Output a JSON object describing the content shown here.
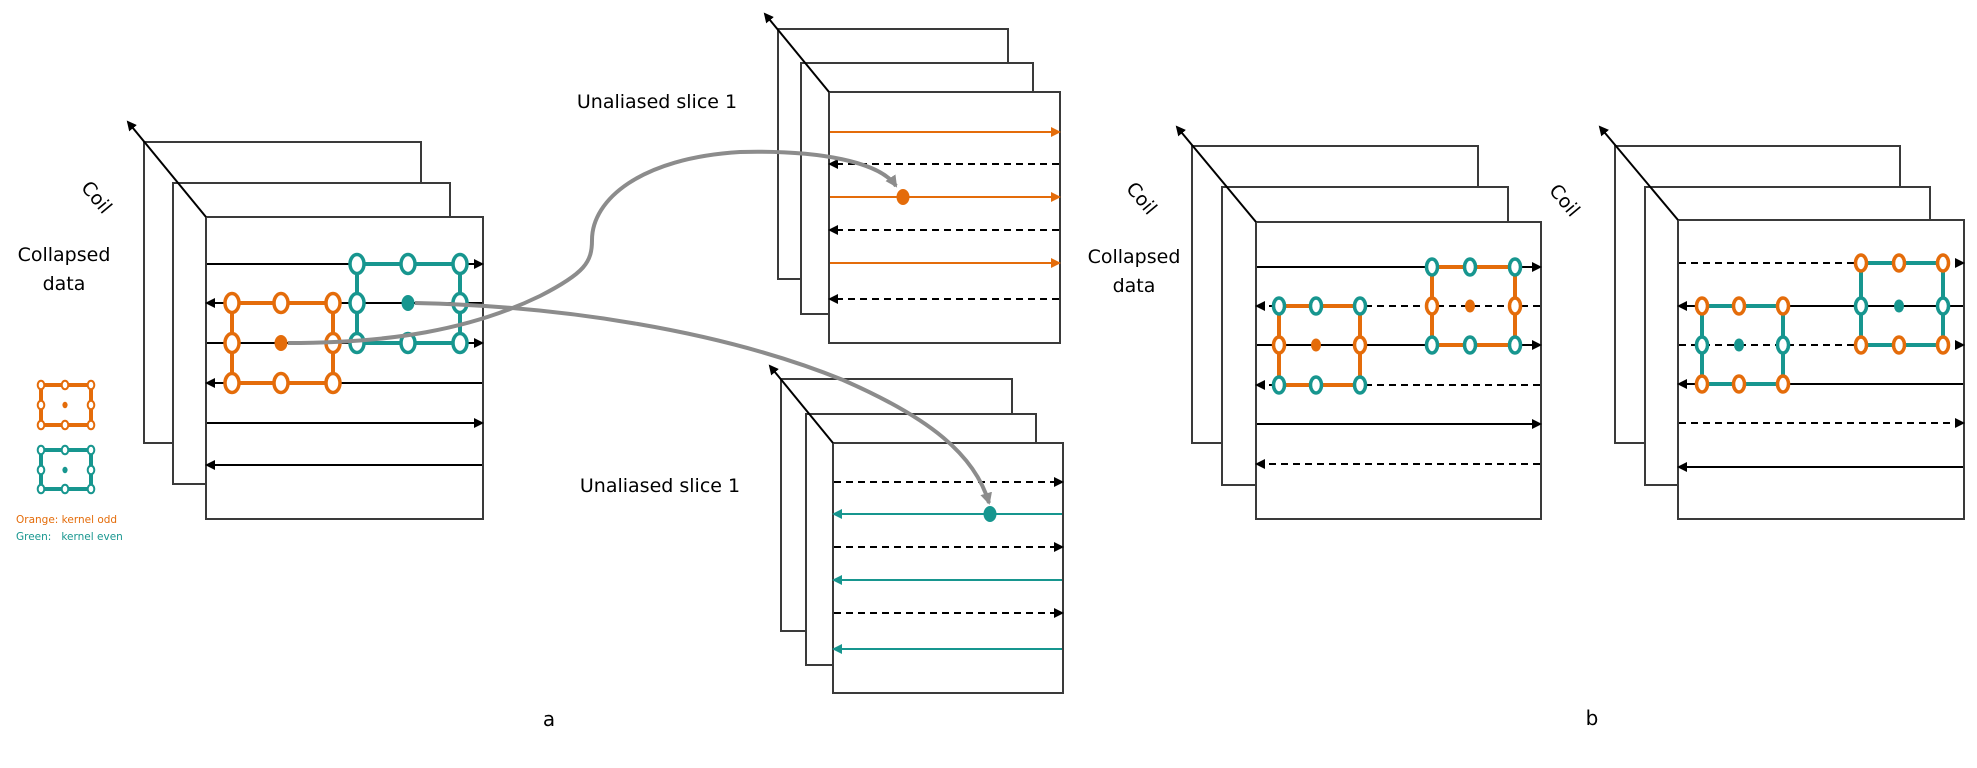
{
  "colors": {
    "orange": "#E46C0A",
    "teal": "#17968F",
    "curve": "#8C8C8C",
    "ink": "#000000",
    "frame": "#3A3A3A"
  },
  "panel_labels": {
    "a": "a",
    "b": "b"
  },
  "legend": {
    "orange_text": "Orange: kernel odd",
    "green_text": "Green:   kernel even"
  },
  "panel_a": {
    "coil_label": "Coil",
    "collapsed_label_line1": "Collapsed",
    "collapsed_label_line2": "data",
    "rows": [
      {
        "dir": "right",
        "style": "solid",
        "color": "black"
      },
      {
        "dir": "left",
        "style": "solid",
        "color": "black"
      },
      {
        "dir": "right",
        "style": "solid",
        "color": "black"
      },
      {
        "dir": "left",
        "style": "solid",
        "color": "black"
      },
      {
        "dir": "right",
        "style": "solid",
        "color": "black"
      },
      {
        "dir": "left",
        "style": "solid",
        "color": "black"
      }
    ],
    "kernels": [
      {
        "name": "orange-kernel",
        "frame": "orange",
        "nodes": "orange",
        "center": "orange",
        "row_start": 2,
        "col": "left"
      },
      {
        "name": "teal-kernel",
        "frame": "teal",
        "nodes": "teal",
        "center": "teal",
        "row_start": 1,
        "col": "right"
      }
    ]
  },
  "slice_top": {
    "label": "Unaliased slice 1",
    "rows": [
      {
        "dir": "right",
        "style": "solid",
        "color": "orange"
      },
      {
        "dir": "left",
        "style": "dashed",
        "color": "black"
      },
      {
        "dir": "right",
        "style": "solid",
        "color": "orange"
      },
      {
        "dir": "left",
        "style": "dashed",
        "color": "black"
      },
      {
        "dir": "right",
        "style": "solid",
        "color": "orange"
      },
      {
        "dir": "left",
        "style": "dashed",
        "color": "black"
      }
    ],
    "target_point": {
      "row": 3,
      "color": "orange"
    }
  },
  "slice_bottom": {
    "label": "Unaliased slice 1",
    "rows": [
      {
        "dir": "right",
        "style": "dashed",
        "color": "black"
      },
      {
        "dir": "left",
        "style": "solid",
        "color": "teal"
      },
      {
        "dir": "right",
        "style": "dashed",
        "color": "black"
      },
      {
        "dir": "left",
        "style": "solid",
        "color": "teal"
      },
      {
        "dir": "right",
        "style": "dashed",
        "color": "black"
      },
      {
        "dir": "left",
        "style": "solid",
        "color": "teal"
      }
    ],
    "target_point": {
      "row": 2,
      "color": "teal"
    }
  },
  "panel_b1": {
    "coil_label": "Coil",
    "collapsed_label_line1": "Collapsed",
    "collapsed_label_line2": "data",
    "rows": [
      {
        "dir": "right",
        "style": "solid",
        "color": "black"
      },
      {
        "dir": "left",
        "style": "dashed",
        "color": "black"
      },
      {
        "dir": "right",
        "style": "solid",
        "color": "black"
      },
      {
        "dir": "left",
        "style": "dashed",
        "color": "black"
      },
      {
        "dir": "right",
        "style": "solid",
        "color": "black"
      },
      {
        "dir": "left",
        "style": "dashed",
        "color": "black"
      }
    ],
    "kernels": [
      {
        "name": "orange-kernel-left",
        "frame": "orange",
        "outer_nodes": "teal",
        "side_nodes": "orange",
        "center": "orange",
        "row_start": 2,
        "col": "left"
      },
      {
        "name": "orange-kernel-right",
        "frame": "orange",
        "outer_nodes": "teal",
        "side_nodes": "orange",
        "center": "orange",
        "row_start": 1,
        "col": "right"
      }
    ]
  },
  "panel_b2": {
    "coil_label": "Coil",
    "rows": [
      {
        "dir": "right",
        "style": "dashed",
        "color": "black"
      },
      {
        "dir": "left",
        "style": "solid",
        "color": "black"
      },
      {
        "dir": "right",
        "style": "dashed",
        "color": "black"
      },
      {
        "dir": "left",
        "style": "solid",
        "color": "black"
      },
      {
        "dir": "right",
        "style": "dashed",
        "color": "black"
      },
      {
        "dir": "left",
        "style": "solid",
        "color": "black"
      }
    ],
    "kernels": [
      {
        "name": "teal-kernel-left",
        "frame": "teal",
        "outer_nodes": "orange",
        "side_nodes": "teal",
        "center": "teal",
        "row_start": 2,
        "col": "left"
      },
      {
        "name": "teal-kernel-right",
        "frame": "teal",
        "outer_nodes": "orange",
        "side_nodes": "teal",
        "center": "teal",
        "row_start": 1,
        "col": "right"
      }
    ]
  }
}
